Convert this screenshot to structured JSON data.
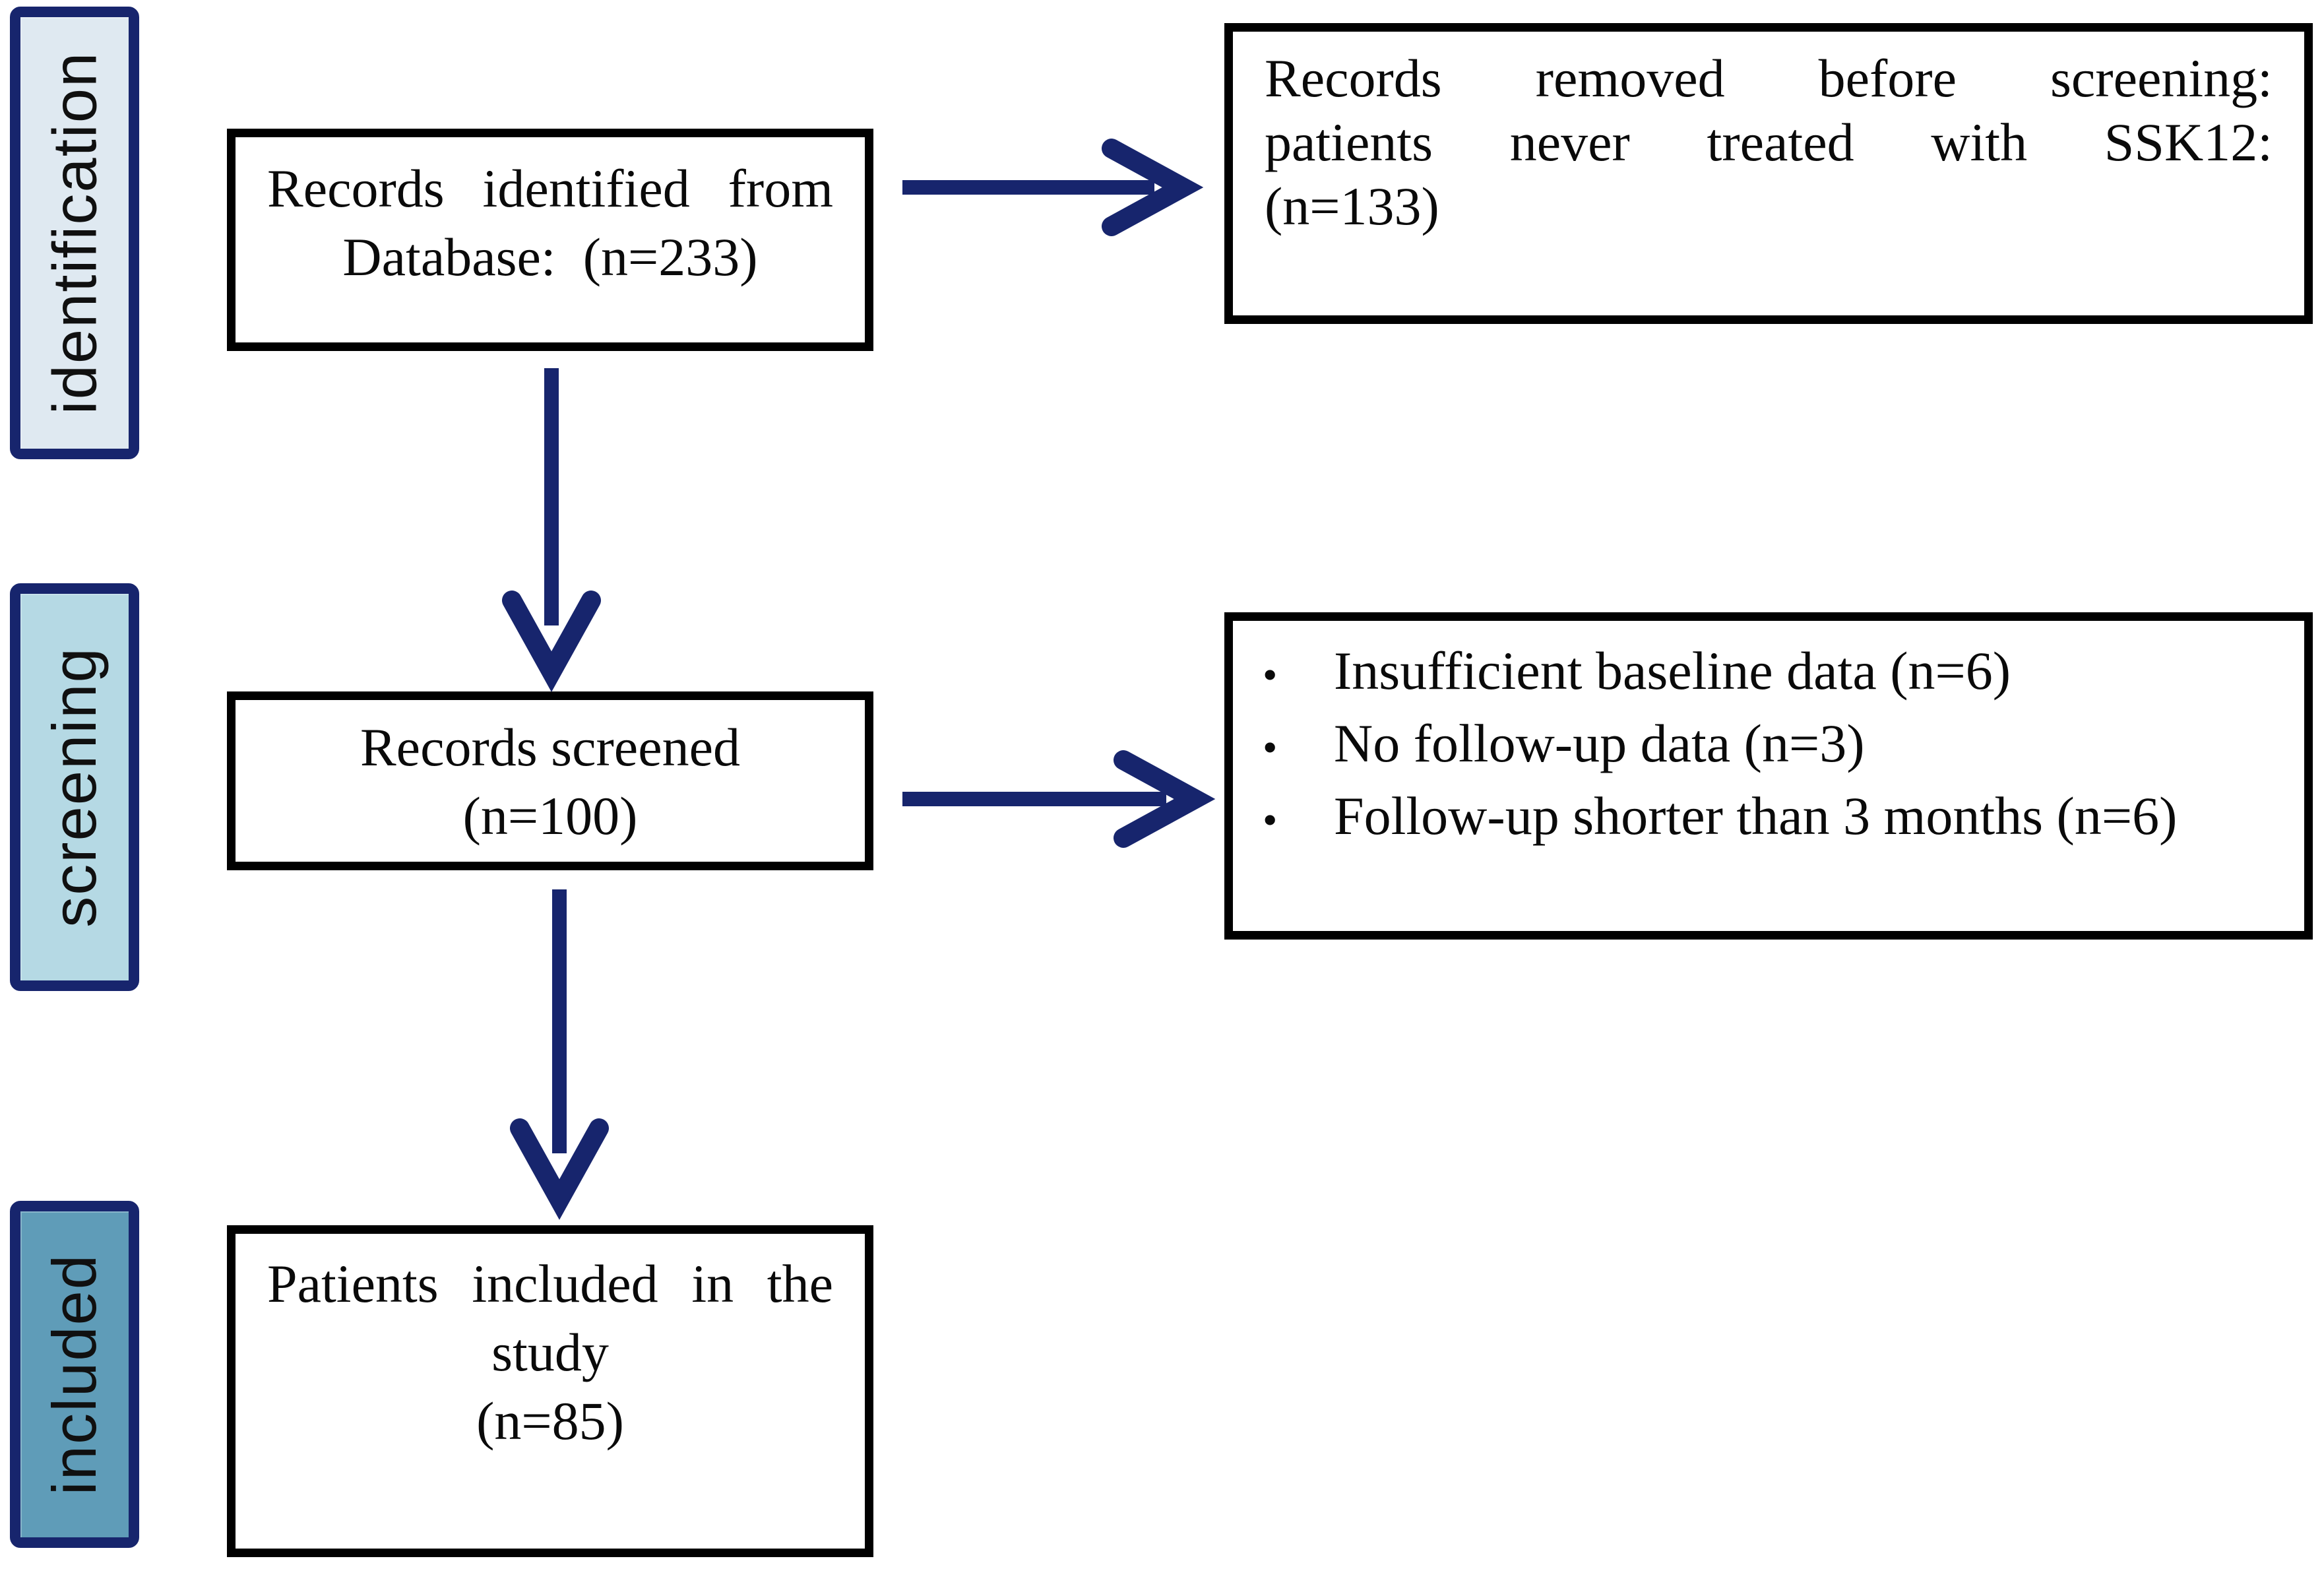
{
  "figure": {
    "type": "prisma-flow-diagram",
    "description": "Study selection flow diagram"
  },
  "colors": {
    "navy": "#17256d",
    "box_border": "#000000",
    "text": "#0a0a0a",
    "stage_identification_fill": "#dfe9f1",
    "stage_screening_fill": "#b5d9e4",
    "stage_included_fill": "#5f9cb8"
  },
  "sidebar": {
    "stages": [
      {
        "label": "identification"
      },
      {
        "label": "screening"
      },
      {
        "label": "included"
      }
    ]
  },
  "boxes": {
    "identified": {
      "lines": [
        {
          "align": "justify",
          "words": [
            "Records",
            "identified",
            "from"
          ]
        },
        {
          "align": "center",
          "text": "Database:  (n=233)"
        }
      ]
    },
    "removed": {
      "lines": [
        {
          "align": "justify",
          "words": [
            "Records",
            "removed",
            "before",
            "screening:"
          ]
        },
        {
          "align": "justify",
          "words": [
            "patients",
            "never",
            "treated",
            "with",
            "SSK12:"
          ]
        },
        {
          "align": "left",
          "text": "(n=133)"
        }
      ]
    },
    "screened": {
      "lines": [
        {
          "align": "center",
          "text": "Records screened"
        },
        {
          "align": "center",
          "text": "(n=100)"
        }
      ]
    },
    "excluded": {
      "bullet_char": "•",
      "bullets": [
        "Insufficient baseline data (n=6)",
        "No follow-up data (n=3)",
        "Follow-up shorter than 3 months (n=6)"
      ]
    },
    "included": {
      "lines": [
        {
          "align": "justify",
          "words": [
            "Patients",
            "included",
            "in",
            "the"
          ]
        },
        {
          "align": "center",
          "text": "study"
        },
        {
          "align": "center",
          "text": "(n=85)"
        }
      ]
    }
  }
}
